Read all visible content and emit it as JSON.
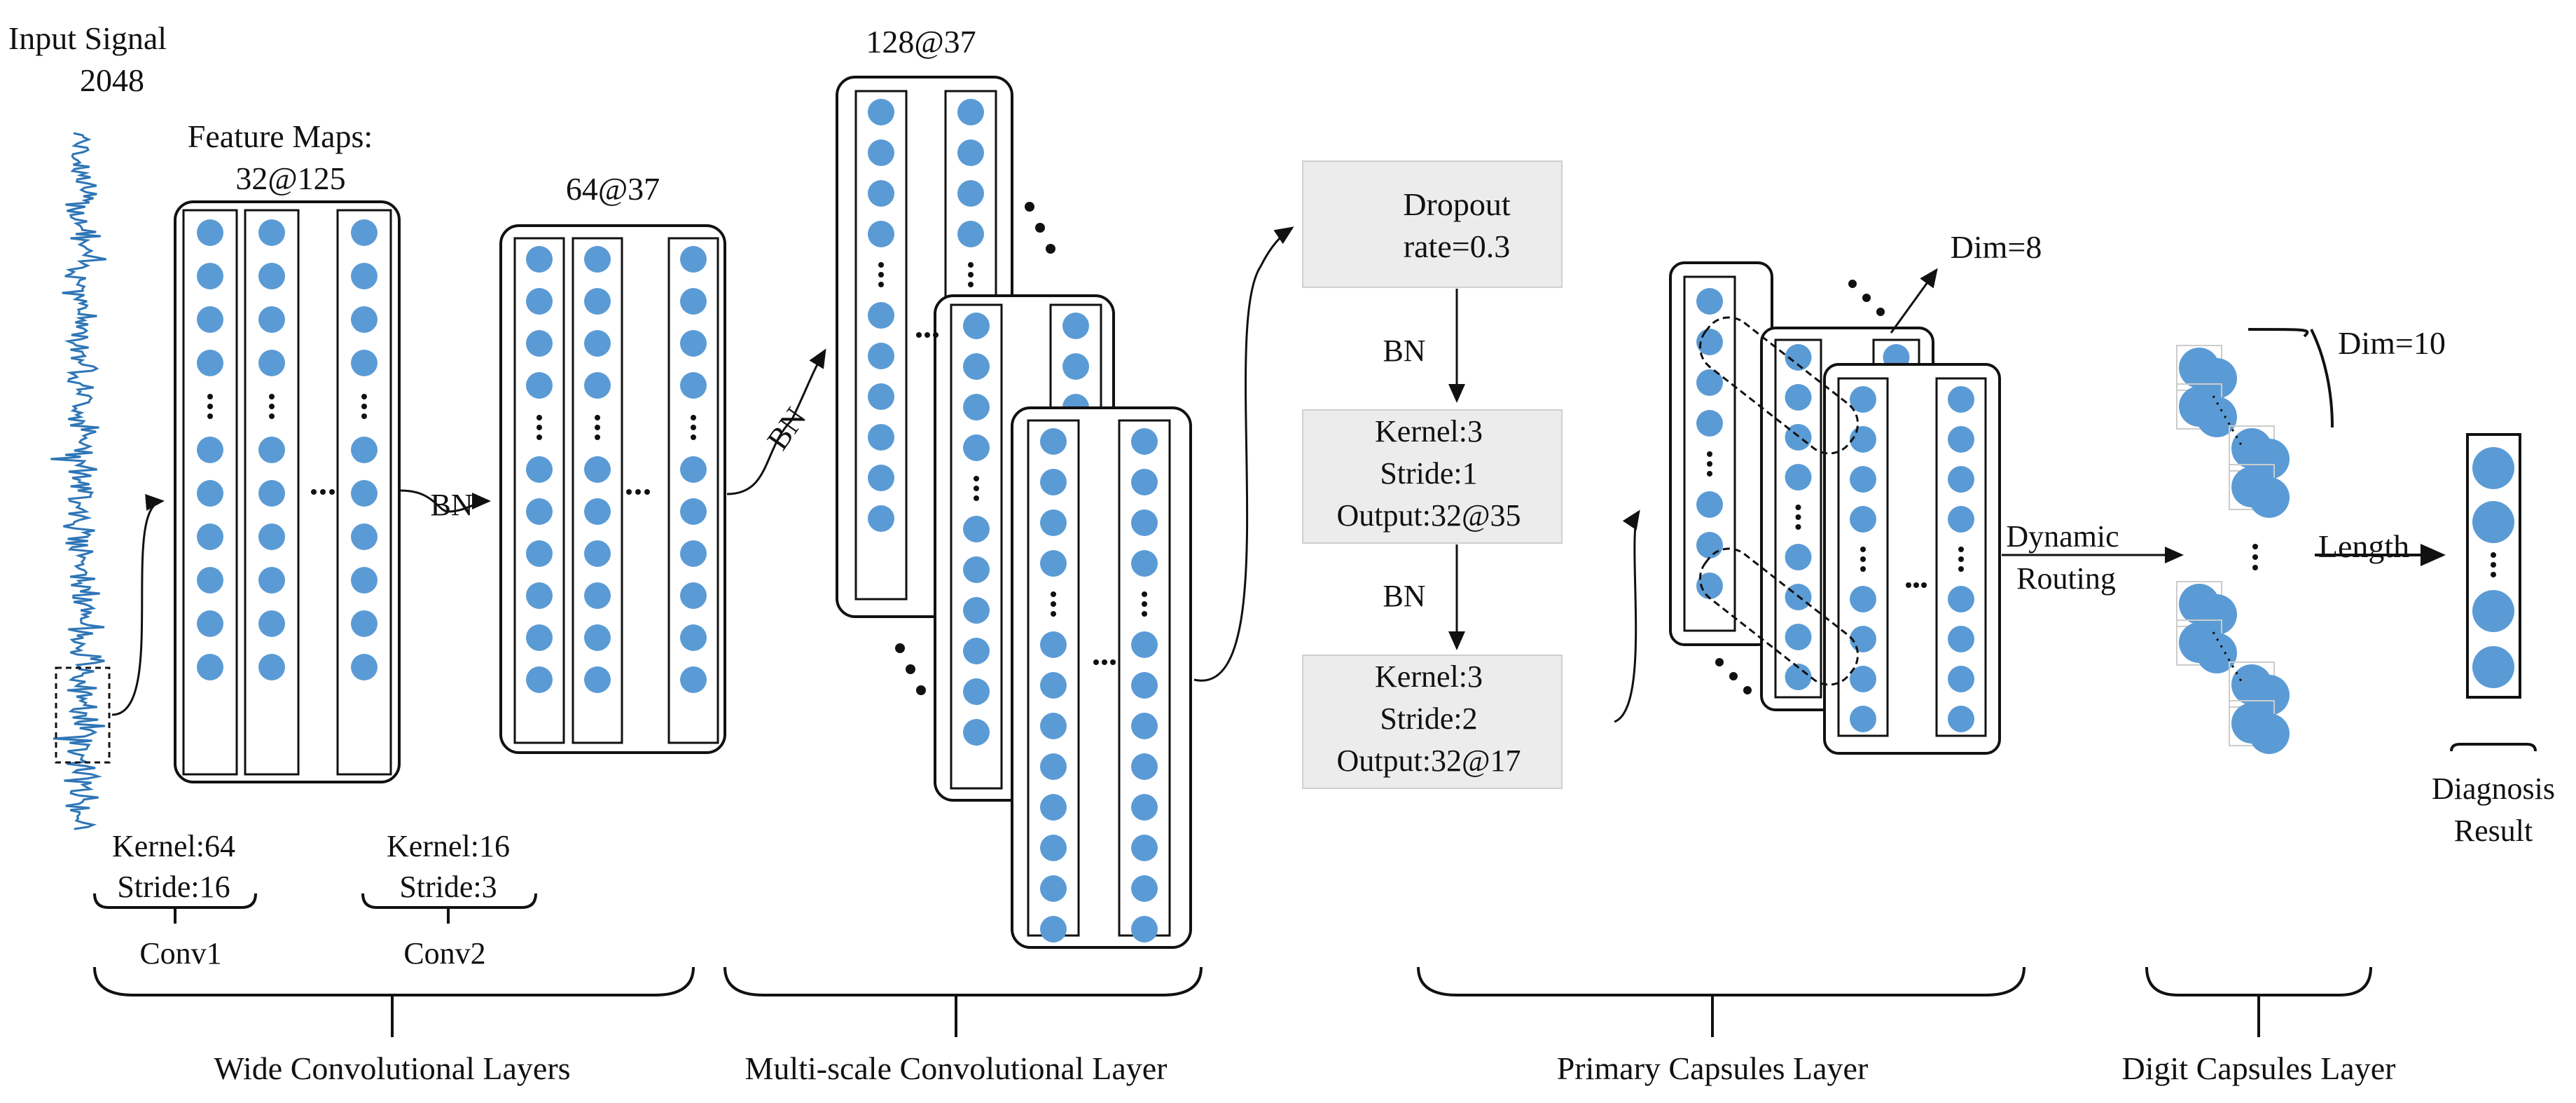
{
  "input": {
    "title": "Input Signal",
    "length": "2048"
  },
  "conv1": {
    "maps_label": "Feature Maps:",
    "maps_value": "32@125",
    "kernel": "Kernel:64",
    "stride": "Stride:16",
    "name": "Conv1"
  },
  "conv2": {
    "maps_value": "64@37",
    "kernel": "Kernel:16",
    "stride": "Stride:3",
    "name": "Conv2"
  },
  "bn_label": "BN",
  "multiscale": {
    "maps_value": "128@37"
  },
  "primary": {
    "dropout_line1": "Dropout",
    "dropout_line2": "rate=0.3",
    "k1_kernel": "Kernel:3",
    "k1_stride": "Stride:1",
    "k1_output": "Output:32@35",
    "k2_kernel": "Kernel:3",
    "k2_stride": "Stride:2",
    "k2_output": "Output:32@17",
    "dim": "Dim=8"
  },
  "routing": {
    "line1": "Dynamic",
    "line2": "Routing"
  },
  "digit": {
    "dim": "Dim=10",
    "length": "Length"
  },
  "result": {
    "line1": "Diagnosis",
    "line2": "Result"
  },
  "sections": {
    "wide": "Wide Convolutional Layers",
    "multiscale": "Multi-scale Convolutional Layer",
    "primary": "Primary Capsules Layer",
    "digit": "Digit Capsules Layer"
  },
  "colors": {
    "neuron": "#5b9bd5",
    "signal": "#2e75b6",
    "box_fill": "#ececec",
    "stroke": "#111111"
  }
}
